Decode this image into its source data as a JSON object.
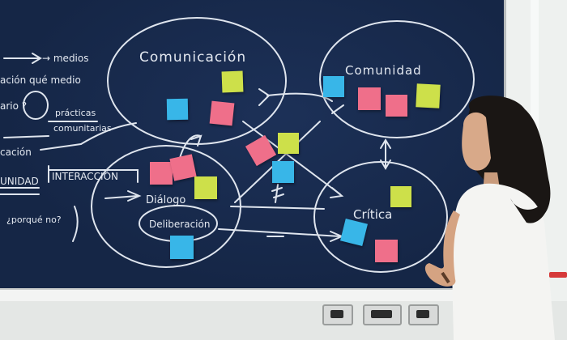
{
  "chalkboard": {
    "nodes": {
      "comunicacion": "Comunicación",
      "comunidad": "Comunidad",
      "critica": "Crítica"
    },
    "inner_labels": {
      "dialogo": "Diálogo",
      "deliberacion": "Deliberación"
    },
    "left_notes": {
      "line1": "→ medios",
      "line2": "ación qué medio",
      "line3": "ario ?",
      "line4": "prácticas",
      "line5": "comunitarias",
      "line6": "cación",
      "line7": "UNIDAD",
      "line8": "INTERACCIÓN",
      "line9": "¿porqué no?"
    }
  },
  "colors": {
    "board": "#152646",
    "chalk": "#e4e9f1",
    "note_yellow": "#cde04a",
    "note_pink": "#ef6f8a",
    "note_blue": "#38b6e8",
    "shirt": "#f4f4f2",
    "hair": "#1a1614"
  }
}
